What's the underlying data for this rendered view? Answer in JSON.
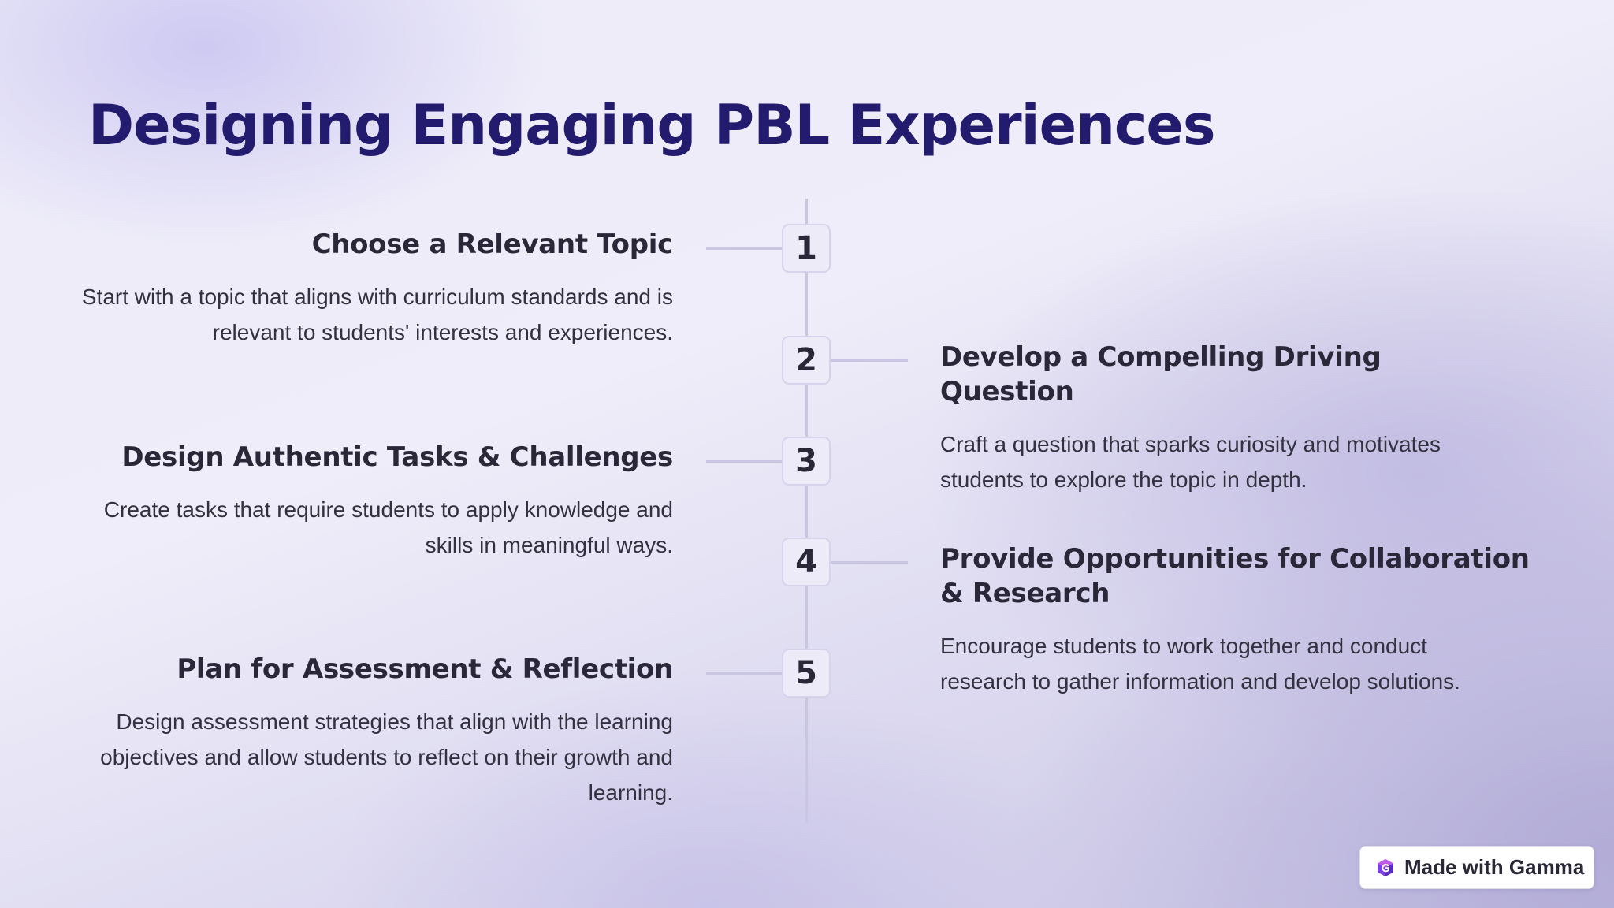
{
  "slide": {
    "title": "Designing Engaging PBL Experiences"
  },
  "steps": [
    {
      "number": "1",
      "side": "left",
      "heading": "Choose a Relevant Topic",
      "description": "Start with a topic that aligns with curriculum standards and is relevant to students' interests and experiences."
    },
    {
      "number": "2",
      "side": "right",
      "heading": "Develop a Compelling Driving Question",
      "description": "Craft a question that sparks curiosity and motivates students to explore the topic in depth."
    },
    {
      "number": "3",
      "side": "left",
      "heading": "Design Authentic Tasks & Challenges",
      "description": "Create tasks that require students to apply knowledge and skills in meaningful ways."
    },
    {
      "number": "4",
      "side": "right",
      "heading": "Provide Opportunities for Collaboration & Research",
      "description": "Encourage students to work together and conduct research to gather information and develop solutions."
    },
    {
      "number": "5",
      "side": "left",
      "heading": "Plan for Assessment & Reflection",
      "description": "Design assessment strategies that align with the learning objectives and allow students to reflect on their growth and learning."
    }
  ],
  "branding": {
    "label": "Made with Gamma",
    "icon": "gamma-logo-icon"
  },
  "colors": {
    "title": "#231b6e",
    "text": "#2a2838",
    "timeline": "#c9c6e2",
    "badge_background": "#ecebf7"
  }
}
